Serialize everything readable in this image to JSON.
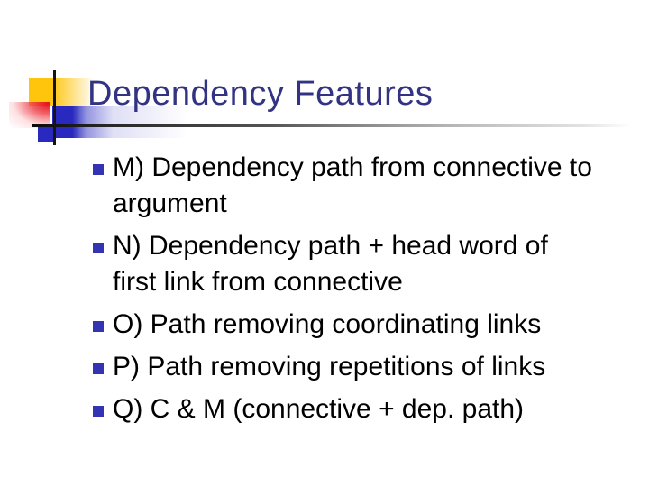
{
  "slide": {
    "title": "Dependency Features",
    "bullets": [
      {
        "text": "M) Dependency path from connective to\nargument"
      },
      {
        "text": "N) Dependency path + head word of\nfirst link from connective"
      },
      {
        "text": "O) Path removing coordinating links"
      },
      {
        "text": "P) Path removing repetitions of links"
      },
      {
        "text": "Q) C & M (connective + dep. path)"
      }
    ],
    "bullet_marker_icon": "square-bullet",
    "colors": {
      "background": "#ffffff",
      "title_text": "#333384",
      "body_text": "#000000",
      "bullet_marker": "#3333b4",
      "accent_yellow": "#ffc40c",
      "accent_red": "#e8101e",
      "accent_blue": "#2929c0",
      "rule_dark": "#0a0a0a"
    }
  }
}
